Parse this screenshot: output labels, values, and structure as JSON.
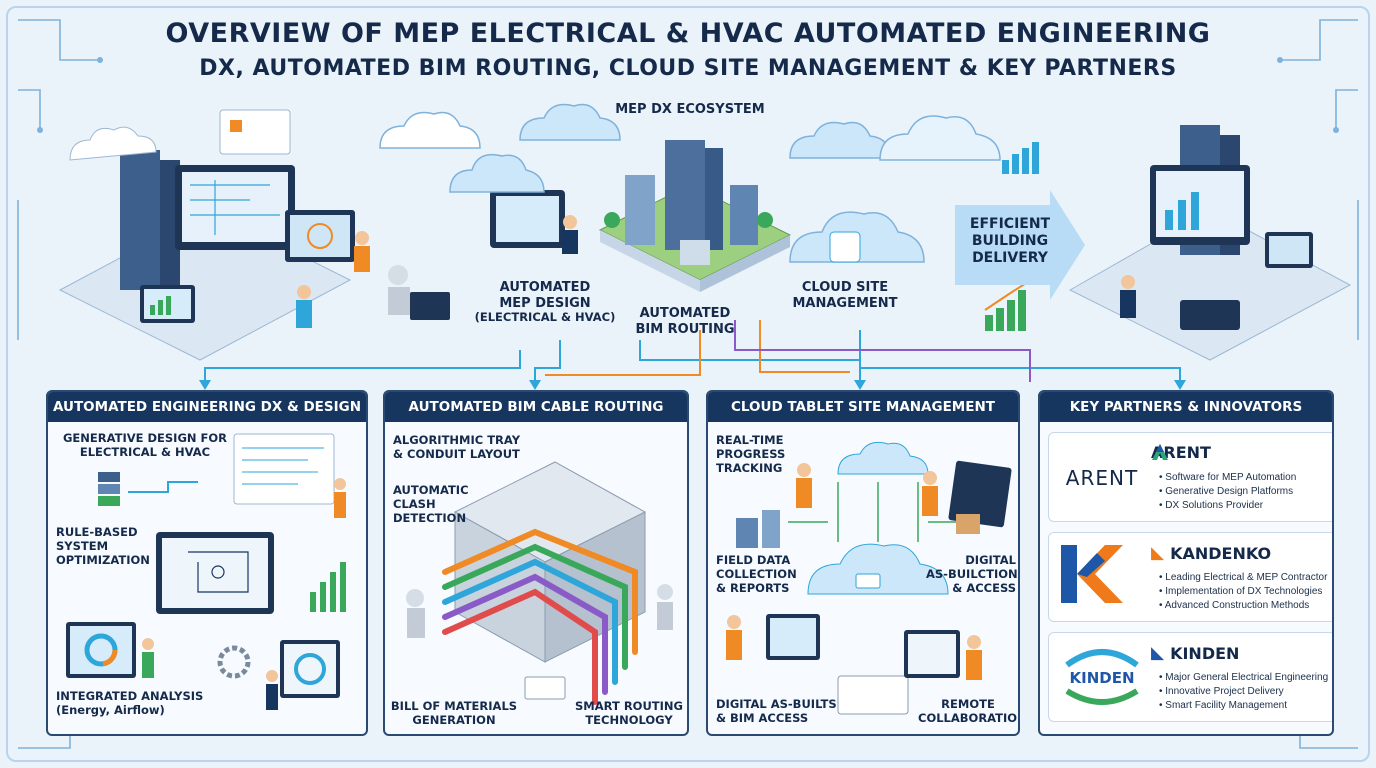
{
  "titles": {
    "main": "OVERVIEW OF MEP ELECTRICAL & HVAC AUTOMATED ENGINEERING",
    "sub": "DX, AUTOMATED BIM ROUTING, CLOUD SITE MANAGEMENT & KEY PARTNERS"
  },
  "hero": {
    "ecosystem": "MEP DX ECOSYSTEM",
    "design_line1": "AUTOMATED",
    "design_line2": "MEP DESIGN",
    "design_line3": "(ELECTRICAL & HVAC)",
    "routing_line1": "AUTOMATED",
    "routing_line2": "BIM ROUTING",
    "cloud_line1": "CLOUD SITE",
    "cloud_line2": "MANAGEMENT",
    "delivery_line1": "EFFICIENT",
    "delivery_line2": "BUILDING",
    "delivery_line3": "DELIVERY"
  },
  "panels": {
    "engineering": {
      "title": "AUTOMATED ENGINEERING DX & DESIGN",
      "gen_l1": "GENERATIVE DESIGN FOR",
      "gen_l2": "ELECTRICAL & HVAC",
      "rule_l1": "RULE-BASED",
      "rule_l2": "SYSTEM",
      "rule_l3": "OPTIMIZATION",
      "int_l1": "INTEGRATED ANALYSIS",
      "int_l2": "(Energy, Airflow)"
    },
    "routing": {
      "title": "AUTOMATED BIM CABLE ROUTING",
      "tray_l1": "ALGORITHMIC TRAY",
      "tray_l2": "& CONDUIT LAYOUT",
      "clash_l1": "AUTOMATIC",
      "clash_l2": "CLASH",
      "clash_l3": "DETECTION",
      "bom_l1": "BILL OF MATERIALS",
      "bom_l2": "GENERATION",
      "smart_l1": "SMART ROUTING",
      "smart_l2": "TECHNOLOGY"
    },
    "cloud": {
      "title": "CLOUD TABLET SITE MANAGEMENT",
      "rt_l1": "REAL-TIME",
      "rt_l2": "PROGRESS",
      "rt_l3": "TRACKING",
      "fd_l1": "FIELD DATA",
      "fd_l2": "COLLECTION",
      "fd_l3": "& REPORTS",
      "da_l1": "DIGITAL",
      "da_l2": "AS-BUILCTION",
      "da_l3": "& ACCESS",
      "dab_l1": "DIGITAL AS-BUILTS",
      "dab_l2": "& BIM ACCESS",
      "rc_l1": "REMOTE",
      "rc_l2": "COLLABORATION"
    },
    "partners": {
      "title": "KEY PARTNERS & INNOVATORS",
      "arent": {
        "logo_text": "ARENT",
        "name": "ARENT",
        "items": [
          "Software for MEP Automation",
          "Generative Design Platforms",
          "DX Solutions Provider"
        ]
      },
      "kandenko": {
        "name": "KANDENKO",
        "items": [
          "Leading Electrical & MEP Contractor",
          "Implementation of DX Technologies",
          "Advanced Construction Methods"
        ]
      },
      "kinden": {
        "logo_text": "KINDEN",
        "name": "KINDEN",
        "items": [
          "Major General Electrical Engineering",
          "Innovative Project Delivery",
          "Smart Facility Management"
        ]
      }
    }
  },
  "colors": {
    "navy": "#17365f",
    "cyan": "#2ea6d9",
    "orange": "#f08a24",
    "green": "#3aa85a",
    "purple": "#8a5bc7",
    "kandenko_orange": "#f07a1a",
    "kandenko_blue": "#1f57a8",
    "arent_green": "#2aa67a"
  }
}
